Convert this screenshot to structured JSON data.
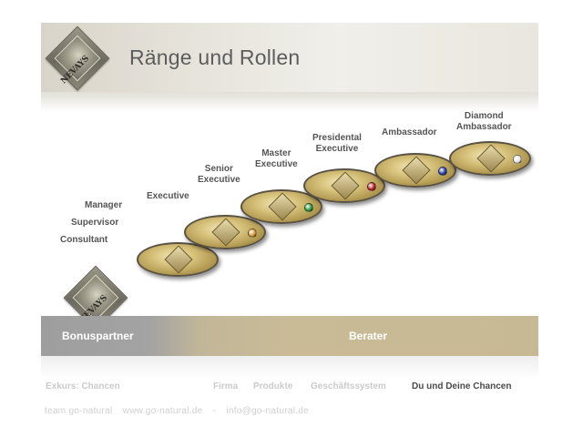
{
  "header": {
    "title": "Ränge und Rollen",
    "logo_text": "NEVAYS"
  },
  "ranks": [
    {
      "label": "Consultant"
    },
    {
      "label": "Supervisor"
    },
    {
      "label": "Manager"
    },
    {
      "label": "Executive"
    },
    {
      "label": "Senior\nExecutive"
    },
    {
      "label": "Master\nExecutive"
    },
    {
      "label": "Presidental\nExecutive"
    },
    {
      "label": "Ambassador"
    },
    {
      "label": "Diamond\nAmbassador"
    }
  ],
  "pins": [
    {
      "emblem": "NEVAYS",
      "gem_color": null
    },
    {
      "emblem": "NEVAYS",
      "gem_color": "#d79a3a"
    },
    {
      "emblem": "NEVAYS",
      "gem_color": "#2f9a3b"
    },
    {
      "emblem": "NEVAYS",
      "gem_color": "#b7262a"
    },
    {
      "emblem": "NEVAYS",
      "gem_color": "#2a3fa6"
    },
    {
      "emblem": "NEVAYS",
      "gem_color": "#e8e8e8"
    }
  ],
  "bottom_logo_text": "NEVAYS",
  "bar": {
    "left_label": "Bonuspartner",
    "right_label": "Berater"
  },
  "nav": {
    "exkurs": "Exkurs: Chancen",
    "firma": "Firma",
    "produkte": "Produkte",
    "geschaeftssystem": "Geschäftssystem",
    "chancen": "Du und Deine Chancen"
  },
  "footer": {
    "team": "team go-natural",
    "website": "www.go-natural.de",
    "separator": "-",
    "email": "info@go-natural.de"
  },
  "colors": {
    "accent_gold": "#c9bb96",
    "text_dark": "#4a4a4a",
    "text_muted": "#cbcbcb"
  }
}
